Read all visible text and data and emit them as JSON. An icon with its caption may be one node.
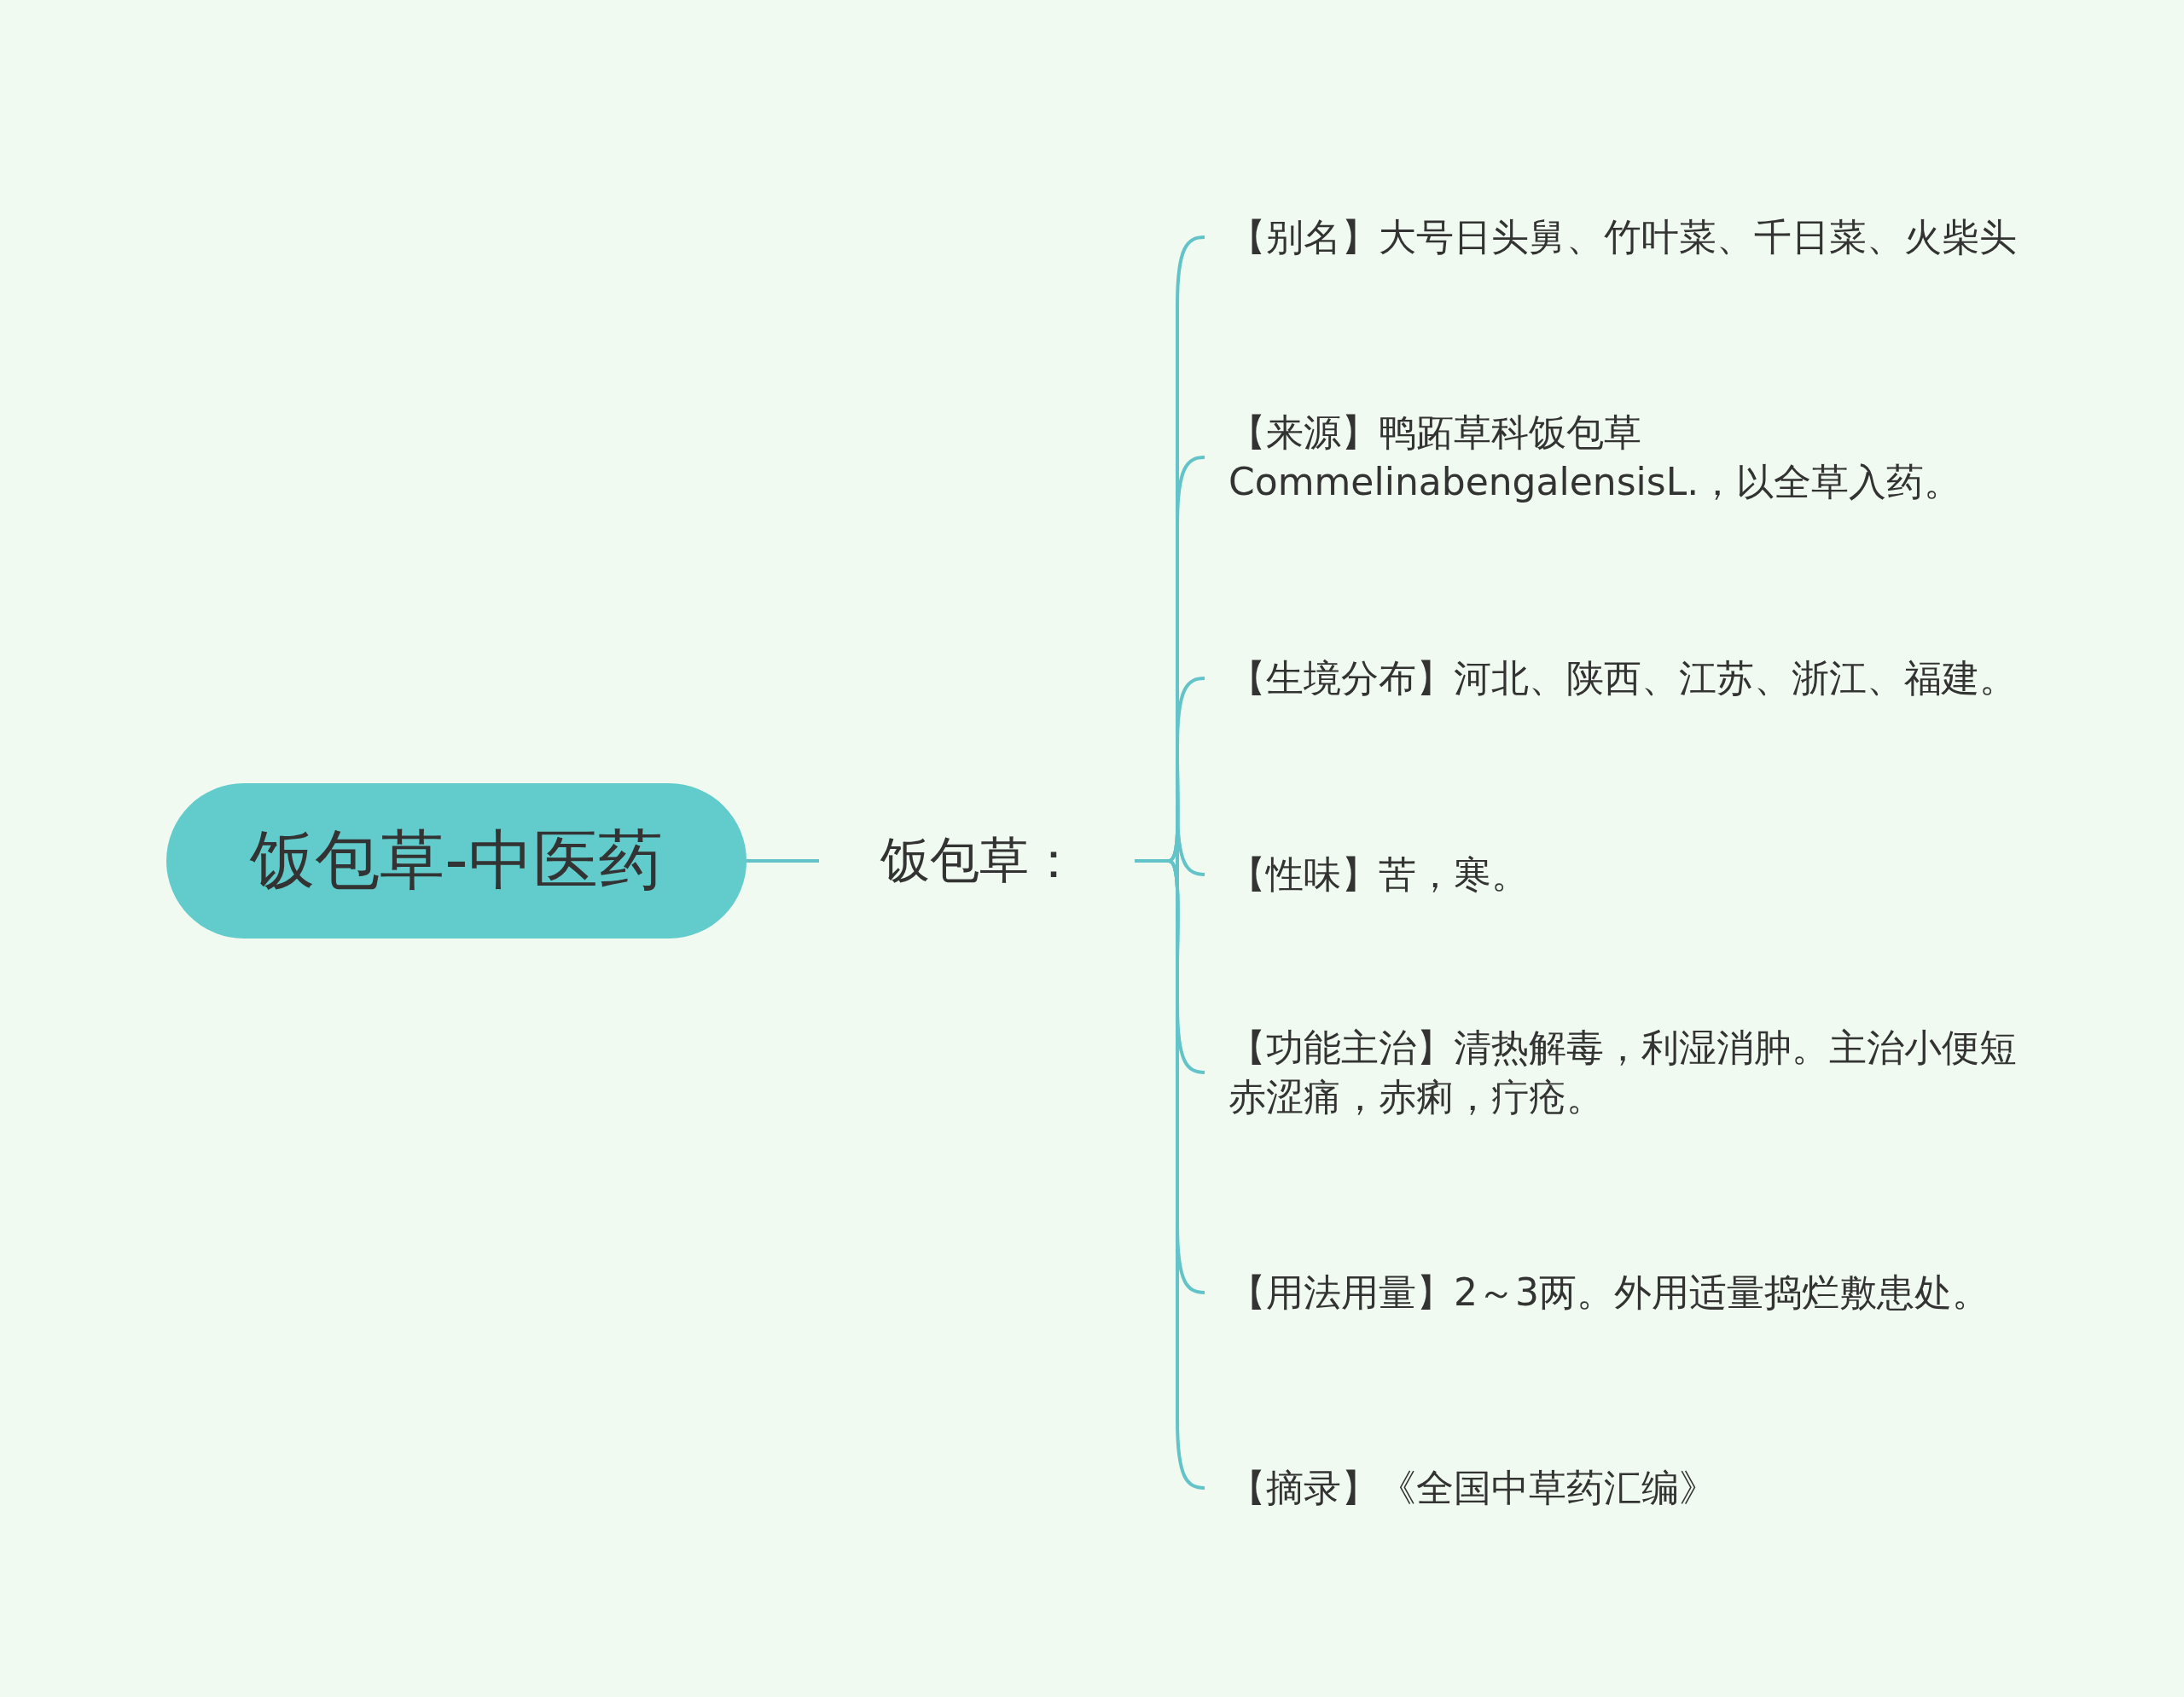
{
  "diagram": {
    "nodes": [
      {
        "text": [
          "饭包草-中医药"
        ]
      },
      {
        "text": [
          "饭包草："
        ]
      },
      {
        "text": [
          "【别名】大号日头舅、竹叶菜、千日菜、火柴头"
        ]
      },
      {
        "text": [
          "【来源】鸭跖草科饭包草CommelinabengalensisL.，以全草入药。"
        ]
      },
      {
        "text": [
          "【生境分布】河北、陕西、江苏、浙江、福建。"
        ]
      },
      {
        "text": [
          "【性味】苦，寒。"
        ]
      },
      {
        "text": [
          "【功能主治】清热解毒，利湿消肿。主治小便短赤涩痛，赤痢，疔疮。"
        ]
      },
      {
        "text": [
          "【用法用量】2～3两。外用适量捣烂敷患处。"
        ]
      },
      {
        "text": [
          "【摘录】《全国中草药汇编》"
        ]
      }
    ],
    "edges": [
      {
        "from": 0,
        "to": 1,
        "arrow": "none"
      },
      {
        "from": 1,
        "to": 2,
        "arrow": "none"
      },
      {
        "from": 1,
        "to": 3,
        "arrow": "none"
      },
      {
        "from": 1,
        "to": 4,
        "arrow": "none"
      },
      {
        "from": 1,
        "to": 5,
        "arrow": "none"
      },
      {
        "from": 1,
        "to": 6,
        "arrow": "none"
      },
      {
        "from": 1,
        "to": 7,
        "arrow": "none"
      },
      {
        "from": 1,
        "to": 8,
        "arrow": "none"
      }
    ]
  }
}
